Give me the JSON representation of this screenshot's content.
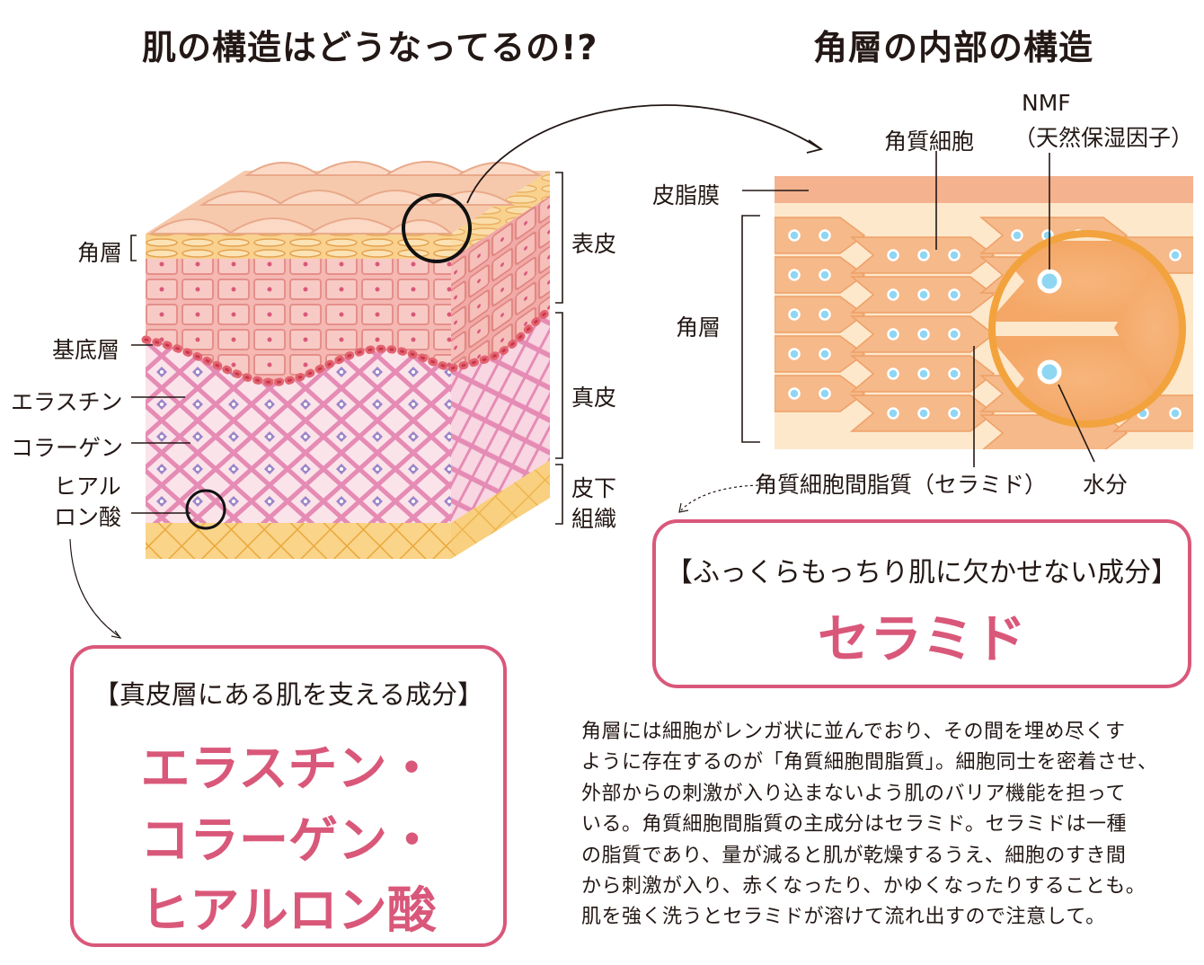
{
  "left": {
    "title": "肌の構造はどうなってるの!?",
    "labels": {
      "kakuso": "角層",
      "kiteiso": "基底層",
      "elastin": "エラスチン",
      "collagen": "コラーゲン",
      "hyaluronic_1": "ヒアル",
      "hyaluronic_2": "ロン酸",
      "hyoshi": "表皮",
      "shinpi": "真皮",
      "hika_1": "皮下",
      "hika_2": "組織"
    },
    "box": {
      "heading": "【真皮層にある肌を支える成分】",
      "big_lines": [
        "エラスチン・",
        "コラーゲン・",
        "ヒアルロン酸"
      ]
    }
  },
  "right": {
    "title": "角層の内部の構造",
    "labels": {
      "nmf": "NMF",
      "nmf_full": "（天然保湿因子）",
      "kakushitsu_saibou": "角質細胞",
      "hishimaku": "皮脂膜",
      "kakuso": "角層",
      "lipid": "角質細胞間脂質（セラミド）",
      "water": "水分"
    },
    "box": {
      "heading": "【ふっくらもっちり肌に欠かせない成分】",
      "big": "セラミド"
    },
    "description": [
      "角層には細胞がレンガ状に並んでおり、その間を埋め尽くす",
      "ように存在するのが「角質細胞間脂質」。細胞同士を密着させ、",
      "外部からの刺激が入り込まないよう肌のバリア機能を担って",
      "いる。角質細胞間脂質の主成分はセラミド。セラミドは一種",
      "の脂質であり、量が減ると肌が乾燥するうえ、細胞のすき間",
      "から刺激が入り、赤くなったり、かゆくなったりすることも。",
      "肌を強く洗うとセラミドが溶けて流れ出すので注意して。"
    ]
  },
  "colors": {
    "accent": "#d9587a",
    "skin_top": "#f6c9ad",
    "epidermis": "#f2a9a4",
    "dermis": "#f7c7d8",
    "fiber": "#e27aa8",
    "subcutis": "#f6c25e",
    "cell": "#f5b98a",
    "lipid": "#fde8cc",
    "water": "#7fd0f0"
  }
}
